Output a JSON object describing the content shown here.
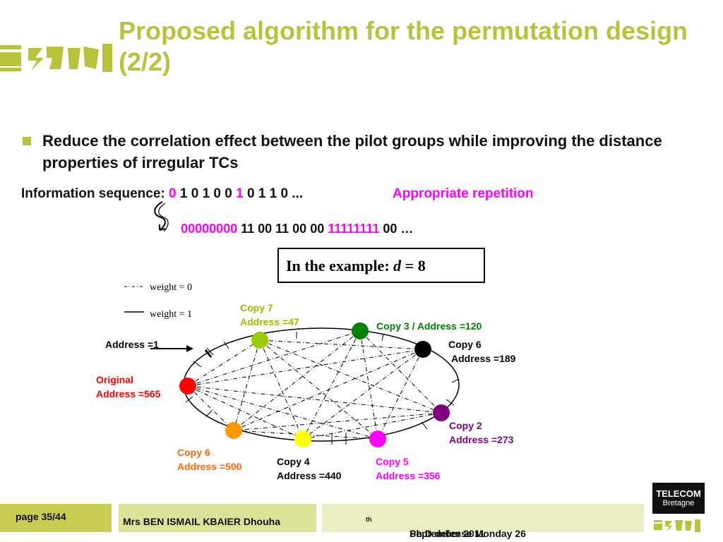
{
  "title": "Proposed algorithm for the permutation design (2/2)",
  "bullet": "Reduce the correlation effect between the pilot groups while improving the distance properties of irregular TCs",
  "info": {
    "label": "Information sequence: ",
    "bits_a": "0",
    "bits_b": " 1 0 1 0 0 ",
    "bits_c": "1",
    "bits_d": " 0 1 1 0 ...",
    "repetition": "Appropriate repetition"
  },
  "sequence": {
    "part1": "00000000",
    "part2": " 11 00 11 00 00 ",
    "part3": "11111111",
    "part4": " 00 …"
  },
  "example": {
    "prefix": "In the example: ",
    "var": "d",
    "suffix": " = 8"
  },
  "legend": {
    "weight0": "weight = 0",
    "weight1": "weight = 1"
  },
  "address_pointer": "Address =1",
  "nodes": {
    "copy7": {
      "name": "Copy 7",
      "address": "Address =47",
      "color": "#99cc00"
    },
    "copy3": {
      "name": "Copy 3 / Address =120",
      "color": "#008000"
    },
    "copy6_top": {
      "name": "Copy 6",
      "address": "Address =189",
      "color": "#000000"
    },
    "original": {
      "name": "Original",
      "address": "Address =565",
      "color": "#ff0000"
    },
    "copy2": {
      "name": "Copy 2",
      "address": "Address =273",
      "color": "#800080"
    },
    "copy6_bottom": {
      "name": "Copy 6",
      "address": "Address =500",
      "color": "#ff9900"
    },
    "copy4": {
      "name": "Copy 4",
      "address": "Address =440",
      "color": "#ffff00"
    },
    "copy5": {
      "name": "Copy 5",
      "address": "Address =356",
      "color": "#ff00ff"
    }
  },
  "footer": {
    "page": "page 35/44",
    "author": "Mrs BEN ISMAIL KBAIER Dhouha",
    "defense_pre": "Ph.D defense Monday 26",
    "defense_sup": "th",
    "defense_post": " September 2011",
    "logo_line1": "TELECOM",
    "logo_line2": "Bretagne"
  },
  "colors": {
    "accent": "#b8c23a",
    "magenta": "#ff00ff"
  }
}
